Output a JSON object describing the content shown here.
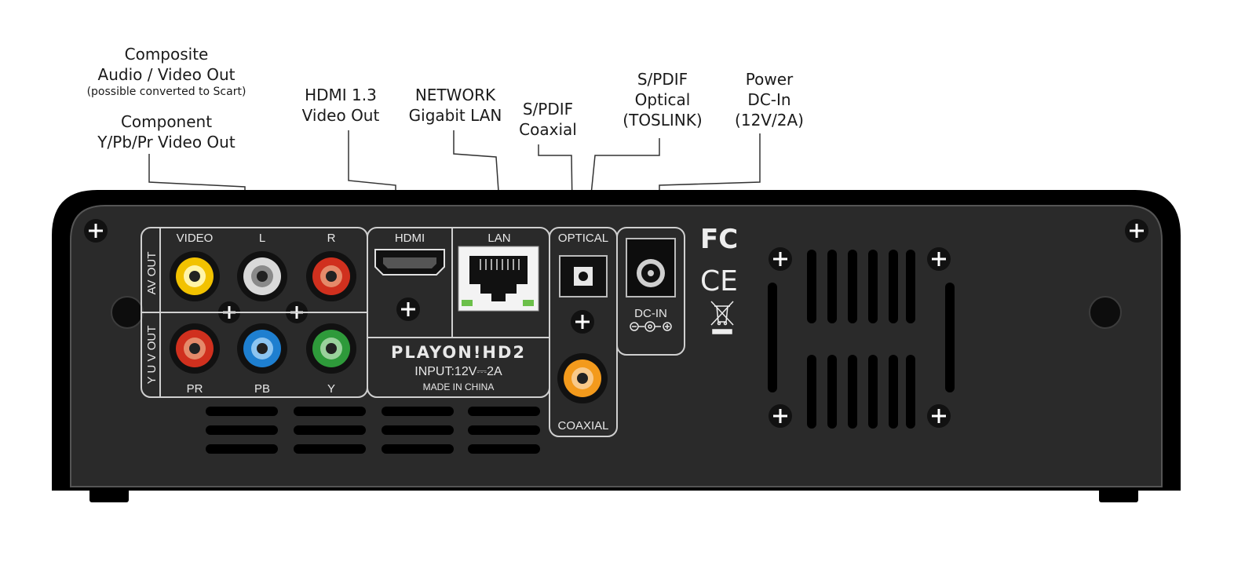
{
  "callouts": {
    "composite": {
      "line1": "Composite",
      "line2": "Audio / Video Out",
      "note": "(possible converted to Scart)"
    },
    "component": {
      "line1": "Component",
      "line2": "Y/Pb/Pr Video Out"
    },
    "hdmi": {
      "line1": "HDMI 1.3",
      "line2": "Video Out"
    },
    "network": {
      "line1": "NETWORK",
      "line2": "Gigabit LAN"
    },
    "spdif_coax": {
      "line1": "S/PDIF",
      "line2": "Coaxial"
    },
    "spdif_optical": {
      "line1": "S/PDIF",
      "line2": "Optical",
      "line3": "(TOSLINK)"
    },
    "power": {
      "line1": "Power",
      "line2": "DC-In",
      "line3": "(12V/2A)"
    }
  },
  "panel": {
    "av_out_label": "AV OUT",
    "yuv_out_label": "Y U V OUT",
    "video_label": "VIDEO",
    "l_label": "L",
    "r_label": "R",
    "pr_label": "PR",
    "pb_label": "PB",
    "y_label": "Y",
    "hdmi_label": "HDMI",
    "lan_label": "LAN",
    "optical_label": "OPTICAL",
    "coaxial_label": "COAXIAL",
    "dcin_label": "DC-IN",
    "brand": "PLAYON!HD2",
    "input_spec": "INPUT:12V⎓2A",
    "made_in": "MADE IN CHINA",
    "fcc_mark": "FC",
    "ce_mark": "CE"
  },
  "colors": {
    "case": "#2b2b2b",
    "bezel": "#000000",
    "panel_line": "#cfcfcf",
    "rca_video": "#f2c200",
    "rca_left": "#d9d9d9",
    "rca_right": "#d0301e",
    "rca_pr": "#d0301e",
    "rca_pb": "#1e7fd0",
    "rca_y": "#2e9a3a",
    "rca_coax": "#f39a1c"
  }
}
